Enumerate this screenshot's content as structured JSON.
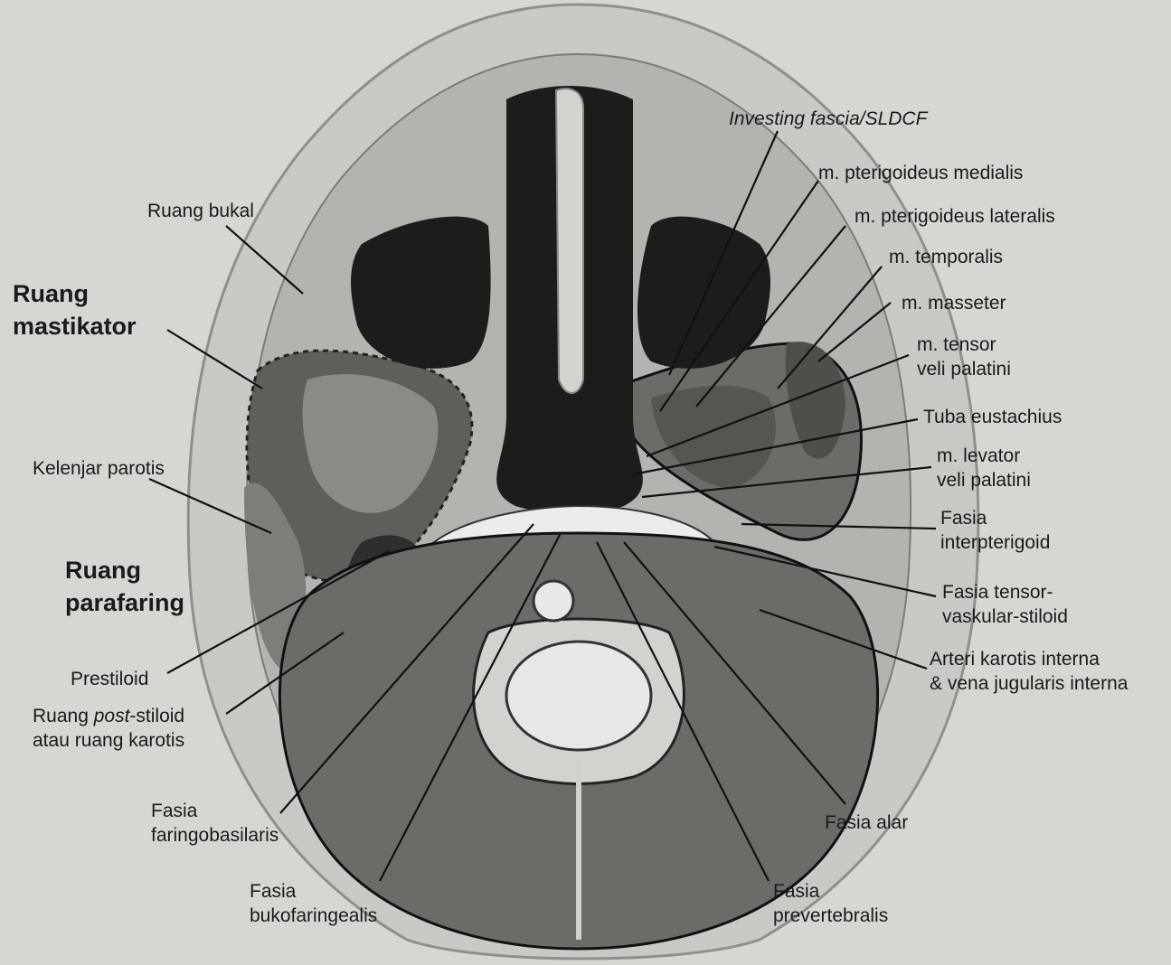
{
  "labels": {
    "investing_fascia": "Investing fascia/SLDCF",
    "pterigoideus_medialis": "m. pterigoideus medialis",
    "pterigoideus_lateralis": "m. pterigoideus lateralis",
    "temporalis": "m. temporalis",
    "masseter": "m. masseter",
    "tensor_veli_1": "m. tensor",
    "tensor_veli_2": "veli palatini",
    "tuba_eustachius": "Tuba eustachius",
    "levator_veli_1": "m. levator",
    "levator_veli_2": "veli palatini",
    "fasia_interpterigoid_1": "Fasia",
    "fasia_interpterigoid_2": "interpterigoid",
    "fasia_tensor_1": "Fasia tensor-",
    "fasia_tensor_2": "vaskular-stiloid",
    "arteri_karotis_1": "Arteri karotis interna",
    "arteri_karotis_2": "& vena jugularis interna",
    "fasia_alar": "Fasia alar",
    "fasia_prevertebralis_1": "Fasia",
    "fasia_prevertebralis_2": "prevertebralis",
    "fasia_bukofaringealis_1": "Fasia",
    "fasia_bukofaringealis_2": "bukofaringealis",
    "fasia_faringobasilaris_1": "Fasia",
    "fasia_faringobasilaris_2": "faringobasilaris",
    "ruang_post_stiloid_prefix": "Ruang ",
    "ruang_post_stiloid_italic": "post",
    "ruang_post_stiloid_suffix": "-stiloid",
    "ruang_karotis": "atau ruang karotis",
    "prestiloid": "Prestiloid",
    "ruang_parafaring_1": "Ruang",
    "ruang_parafaring_2": "parafaring",
    "kelenjar_parotis": "Kelenjar parotis",
    "ruang_mastikator_1": "Ruang",
    "ruang_mastikator_2": "mastikator",
    "ruang_bukal": "Ruang bukal"
  },
  "colors": {
    "page": "#d6d6d2",
    "head_outline": "#c9c9c6",
    "subcutaneous": "#b3b3b0",
    "muscle": "#6f6f6b",
    "dark_cavity": "#1c1c1c",
    "bone": "#a8a8a4"
  }
}
